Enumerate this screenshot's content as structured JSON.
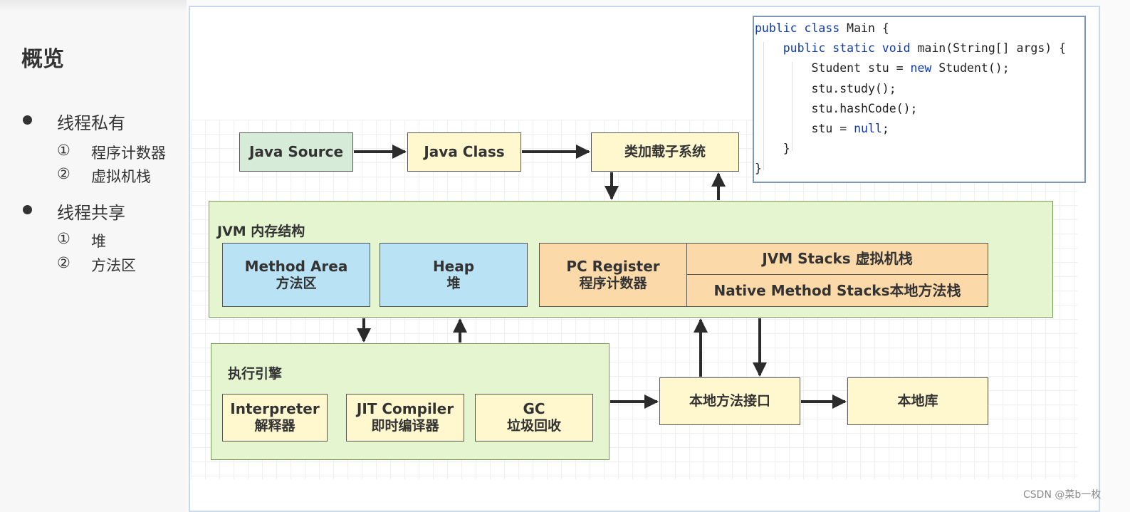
{
  "sidebar": {
    "title": "概览",
    "sections": [
      {
        "label": "线程私有",
        "items": [
          {
            "num": "①",
            "text": "程序计数器"
          },
          {
            "num": "②",
            "text": "虚拟机栈"
          }
        ]
      },
      {
        "label": "线程共享",
        "items": [
          {
            "num": "①",
            "text": "堆"
          },
          {
            "num": "②",
            "text": "方法区"
          }
        ]
      }
    ]
  },
  "code": {
    "lines": [
      [
        "public class",
        " Main {"
      ],
      [
        "    public static void",
        " main(String[] args) {"
      ],
      [
        "        Student stu = ",
        "new",
        " Student();"
      ],
      [
        "        stu.study();"
      ],
      [
        "        stu.hashCode();"
      ],
      [
        "        stu = ",
        "null",
        ";"
      ],
      [
        "    }"
      ],
      [
        "}"
      ]
    ]
  },
  "diagram": {
    "java_source": "Java Source",
    "java_class": "Java Class",
    "class_loader": "类加载子系统",
    "jvm_memory": {
      "title": "JVM 内存结构",
      "method_area": {
        "en": "Method Area",
        "cn": "方法区"
      },
      "heap": {
        "en": "Heap",
        "cn": "堆"
      },
      "pc_register": {
        "en": "PC Register",
        "cn": "程序计数器"
      },
      "jvm_stacks": "JVM Stacks 虚拟机栈",
      "native_stacks": "Native Method Stacks本地方法栈"
    },
    "exec_engine": {
      "title": "执行引擎",
      "interpreter": {
        "en": "Interpreter",
        "cn": "解释器"
      },
      "jit": {
        "en": "JIT Compiler",
        "cn": "即时编译器"
      },
      "gc": {
        "en": "GC",
        "cn": "垃圾回收"
      }
    },
    "native_interface": "本地方法接口",
    "native_library": "本地库"
  },
  "watermark": "CSDN @菜b一枚",
  "colors": {
    "yellow": "#fff7cd",
    "green": "#d7ecd8",
    "blue": "#b9e3f4",
    "orange": "#fcd9a8",
    "container": "#e4f5cf",
    "keyword": "#0d3aa8"
  }
}
